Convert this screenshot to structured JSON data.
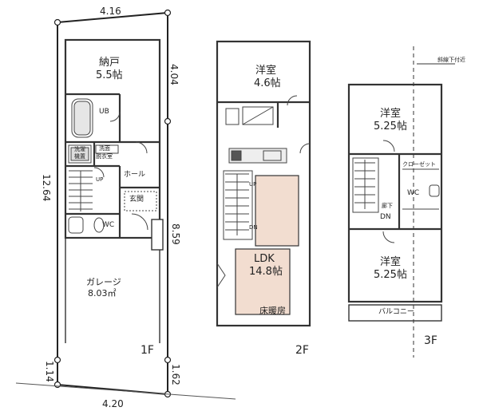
{
  "plan": {
    "dimensions": {
      "top": "4.16",
      "right_upper": "4.04",
      "left": "12.64",
      "right_middle": "8.59",
      "bottom_left": "1.14",
      "bottom_right": "1.62",
      "bottom": "4.20"
    },
    "floor1": {
      "label": "1F",
      "storage": {
        "name": "納戸",
        "size": "5.5帖"
      },
      "ub": "UB",
      "washroom": {
        "line1": "洗面",
        "line2": "脱衣室"
      },
      "wm": {
        "line1": "洗濯",
        "line2": "機置"
      },
      "hall": "ホール",
      "up": "UP",
      "entrance": "玄関",
      "wc": "WC",
      "garage": {
        "name": "ガレージ",
        "size": "8.03㎡"
      }
    },
    "floor2": {
      "label": "2F",
      "room": {
        "name": "洋室",
        "size": "4.6帖"
      },
      "ldk": {
        "name": "LDK",
        "size": "14.8帖"
      },
      "floor_heating": "床暖房",
      "up": "UP",
      "dn": "DN"
    },
    "floor3": {
      "label": "3F",
      "room_top": {
        "name": "洋室",
        "size": "5.25帖"
      },
      "room_bottom": {
        "name": "洋室",
        "size": "5.25帖"
      },
      "closet": "クローゼット",
      "hallway": "廊下",
      "dn": "DN",
      "wc": "WC",
      "balcony": "バルコニー",
      "note": "斜線下付近"
    }
  }
}
